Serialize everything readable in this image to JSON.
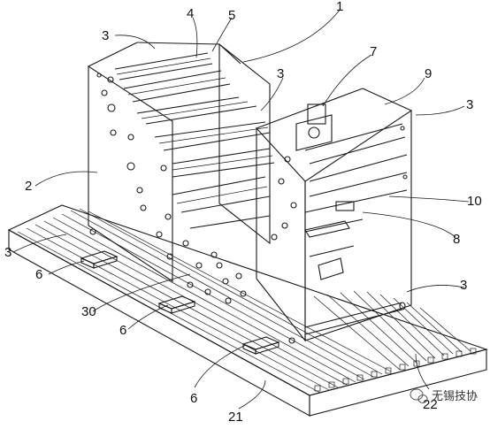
{
  "labels": {
    "n1": "1",
    "n2": "2",
    "n3a": "3",
    "n3b": "3",
    "n3c": "3",
    "n3d": "3",
    "n3e": "3",
    "n4": "4",
    "n5": "5",
    "n6a": "6",
    "n6b": "6",
    "n6c": "6",
    "n7": "7",
    "n8": "8",
    "n9": "9",
    "n10": "10",
    "n21": "21",
    "n22": "22",
    "n30": "30"
  },
  "watermark": {
    "text": "无锡技协",
    "icon": "wechat-icon"
  }
}
